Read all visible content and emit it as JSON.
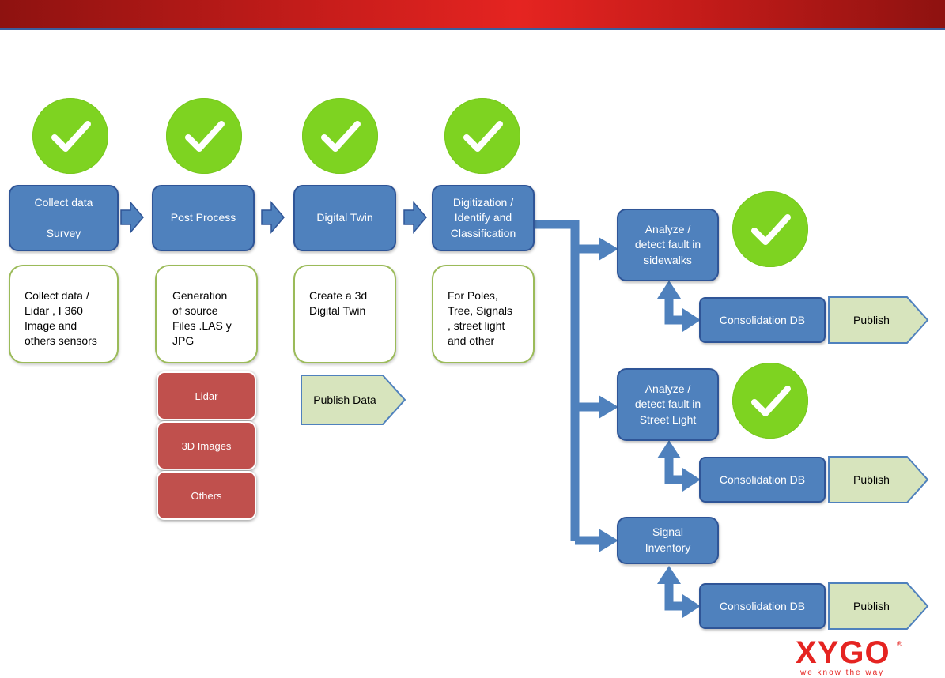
{
  "colors": {
    "header_bar": "#e52421",
    "check_green": "#7ed321",
    "step_blue": "#4f81bd",
    "note_border": "#9bbb59",
    "source_red": "#c0504d",
    "publish_green": "#d7e4bd",
    "connector_blue": "#4f81bd"
  },
  "steps": {
    "collect": "Collect data\n\nSurvey",
    "post_process": "Post Process",
    "digital_twin": "Digital Twin",
    "digitization": "Digitization /\nIdentify  and\nClassification"
  },
  "notes": {
    "collect": "Collect data /\nLidar , I 360\nImage and\nothers sensors",
    "post_process": "Generation\nof source\nFiles .LAS y\nJPG",
    "digital_twin": "Create a 3d\nDigital Twin",
    "digitization": "For Poles,\nTree, Signals\n, street light\nand other"
  },
  "sources": [
    "Lidar",
    "3D Images",
    "Others"
  ],
  "publish_data": "Publish Data",
  "branches": [
    {
      "title": "Analyze /\ndetect fault in\nsidewalks",
      "db": "Consolidation DB",
      "publish": "Publish"
    },
    {
      "title": "Analyze /\ndetect fault in\nStreet Light",
      "db": "Consolidation  DB",
      "publish": "Publish"
    },
    {
      "title": "Signal\nInventory",
      "db": "Consolidation  DB",
      "publish": "Publish"
    }
  ],
  "logo": {
    "name": "XYGO",
    "tagline": "we know the way"
  }
}
